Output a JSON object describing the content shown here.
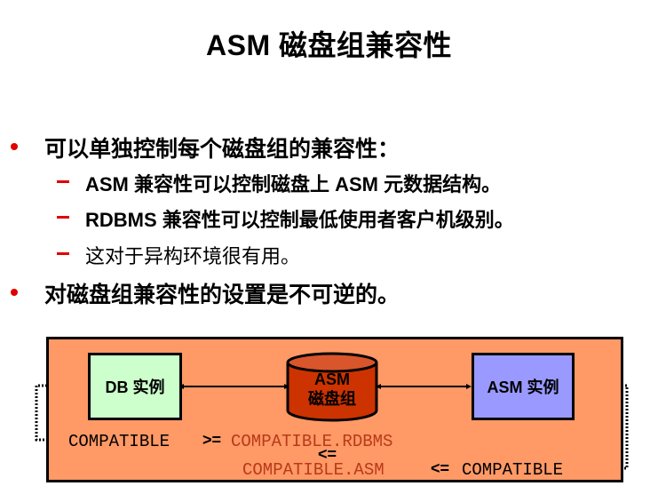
{
  "slide": {
    "title": "ASM 磁盘组兼容性",
    "bullets": [
      {
        "text": "可以单独控制每个磁盘组的兼容性：",
        "sub": [
          "ASM 兼容性可以控制磁盘上 ASM 元数据结构。",
          "RDBMS 兼容性可以控制最低使用者客户机级别。",
          "这对于异构环境很有用。"
        ]
      },
      {
        "text": "对磁盘组兼容性的设置是不可逆的。",
        "sub": []
      }
    ]
  },
  "diagram": {
    "db_instance": "DB 实例",
    "asm_diskgroup_line1": "ASM",
    "asm_diskgroup_line2": "磁盘组",
    "asm_instance": "ASM 实例",
    "expr_left": "COMPATIBLE",
    "op_ge": ">=",
    "expr_rdbms": "COMPATIBLE.RDBMS",
    "op_le_mid": "<=",
    "expr_asm": "COMPATIBLE.ASM",
    "op_le_right": "<=",
    "expr_right": "COMPATIBLE",
    "colors": {
      "background": "#ff9966",
      "db_box": "#ccffcc",
      "asm_box": "#9999ff",
      "diskgroup": "#cc3300",
      "param_text": "#b83a1a",
      "bullet_accent": "#e00000"
    }
  }
}
